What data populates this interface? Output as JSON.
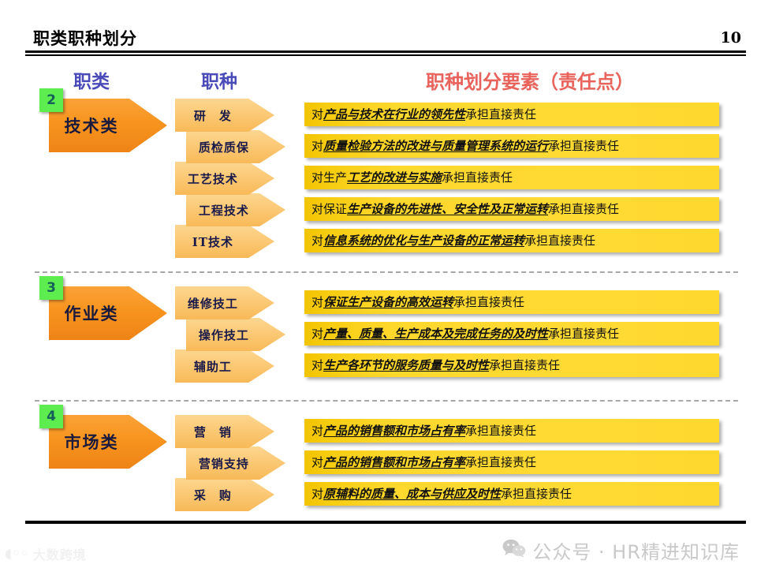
{
  "header": {
    "title": "职类职种划分",
    "page_number": "10"
  },
  "columns": {
    "category": "职类",
    "job_type": "职种",
    "elements": "职种划分要素（责任点）"
  },
  "sections": [
    {
      "index": "2",
      "category": "技术类",
      "rows": [
        {
          "job": "研　发",
          "prefix": "对",
          "emphasis": "产品与技术在行业的领先性",
          "suffix": "承担直接责任"
        },
        {
          "job": "质检质保",
          "prefix": "对",
          "emphasis": "质量检验方法的改进与质量管理系统的运行",
          "suffix": "承担直接责任"
        },
        {
          "job": "工艺技术",
          "prefix": "对生产",
          "emphasis": "工艺的改进与实施",
          "suffix": "承担直接责任"
        },
        {
          "job": "工程技术",
          "prefix": "对保证",
          "emphasis": "生产设备的先进性、安全性及正常运转",
          "suffix": "承担直接责任"
        },
        {
          "job": "IT技术",
          "prefix": "对",
          "emphasis": "信息系统的优化与生产设备的正常运转",
          "suffix": "承担直接责任"
        }
      ]
    },
    {
      "index": "3",
      "category": "作业类",
      "rows": [
        {
          "job": "维修技工",
          "prefix": "对",
          "emphasis": "保证生产设备的高效运转",
          "suffix": "承担直接责任"
        },
        {
          "job": "操作技工",
          "prefix": "对",
          "emphasis": "产量、质量、生产成本及完成任务的及时性",
          "suffix": "承担直接责任"
        },
        {
          "job": "辅助工",
          "prefix": "对",
          "emphasis": "生产各环节的服务质量与及时性",
          "suffix": "承担直接责任"
        }
      ]
    },
    {
      "index": "4",
      "category": "市场类",
      "rows": [
        {
          "job": "营　销",
          "prefix": "对",
          "emphasis": "产品的销售额和市场占有率",
          "suffix": "承担直接责任"
        },
        {
          "job": "营销支持",
          "prefix": "对",
          "emphasis": "产品的销售额和市场占有率",
          "suffix": "承担直接责任"
        },
        {
          "job": "采　购",
          "prefix": "对",
          "emphasis": "原辅料的质量、成本与供应及时性",
          "suffix": "承担直接责任"
        }
      ]
    }
  ],
  "watermarks": {
    "left_text": "大数跨境",
    "left_glyph": "◖◦◦",
    "right_text": "公众号 · HR精进知识库"
  },
  "colors": {
    "heading_blue": "#4a4ab8",
    "heading_red": "#e8635c",
    "badge_green": "#5ded4e",
    "arrow_orange": "#f7941e",
    "sub_arrow_orange": "#fbc772",
    "bar_yellow": "#ffd82e"
  }
}
